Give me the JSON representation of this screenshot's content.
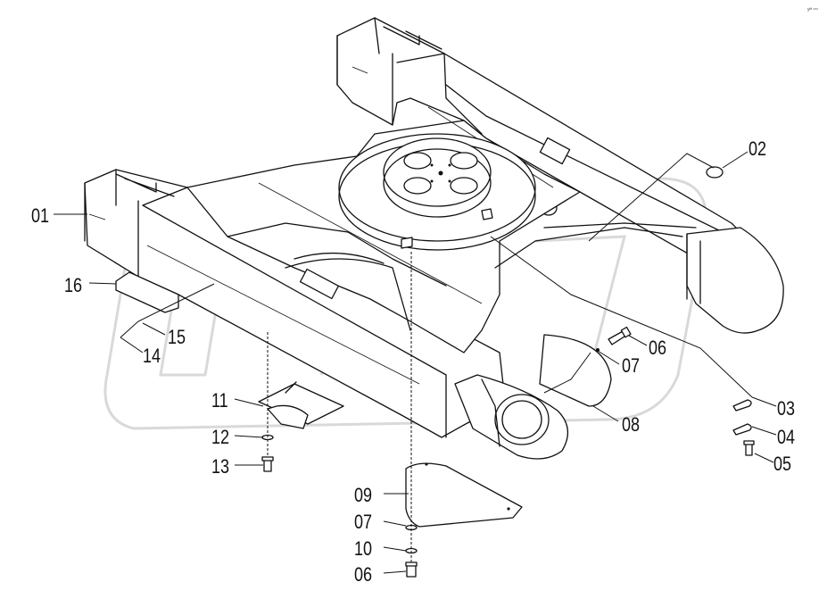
{
  "corner_mark": "yᴹ ᵒᵒᵒ",
  "labels": {
    "p01": "01",
    "p02": "02",
    "p03": "03",
    "p04": "04",
    "p05": "05",
    "p06a": "06",
    "p07a": "07",
    "p08": "08",
    "p09": "09",
    "p07b": "07",
    "p10": "10",
    "p06b": "06",
    "p11": "11",
    "p12": "12",
    "p13": "13",
    "p14": "14",
    "p15": "15",
    "p16": "16"
  }
}
